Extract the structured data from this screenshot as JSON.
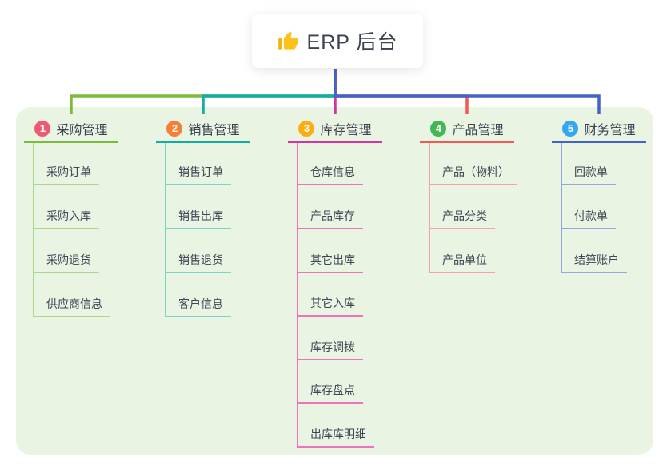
{
  "root": {
    "label": "ERP 后台",
    "icon": "thumbs-up-icon"
  },
  "colors": {
    "panel_bg": "#E9F5E2",
    "root_connector": "#4463C9",
    "text": "#3E4555"
  },
  "branches": [
    {
      "index": "1",
      "label": "采购管理",
      "badge_color": "#EE5A6F",
      "line_color": "#7CB93F",
      "light_line_color": "#AFD78A",
      "children": [
        "采购订单",
        "采购入库",
        "采购退货",
        "供应商信息"
      ]
    },
    {
      "index": "2",
      "label": "销售管理",
      "badge_color": "#F77E35",
      "line_color": "#13ADA4",
      "light_line_color": "#7FD3CB",
      "children": [
        "销售订单",
        "销售出库",
        "销售退货",
        "客户信息"
      ]
    },
    {
      "index": "3",
      "label": "库存管理",
      "badge_color": "#FBAD15",
      "line_color": "#D2359F",
      "light_line_color": "#EC74BD",
      "children": [
        "仓库信息",
        "产品库存",
        "其它出库",
        "其它入库",
        "库存调拨",
        "库存盘点",
        "出库库明细"
      ]
    },
    {
      "index": "4",
      "label": "产品管理",
      "badge_color": "#42B854",
      "line_color": "#F25858",
      "light_line_color": "#F7A3A3",
      "children": [
        "产品（物料）",
        "产品分类",
        "产品单位"
      ]
    },
    {
      "index": "5",
      "label": "财务管理",
      "badge_color": "#36A6EF",
      "line_color": "#4463C9",
      "light_line_color": "#93A6DE",
      "children": [
        "回款单",
        "付款单",
        "结算账户"
      ]
    }
  ]
}
